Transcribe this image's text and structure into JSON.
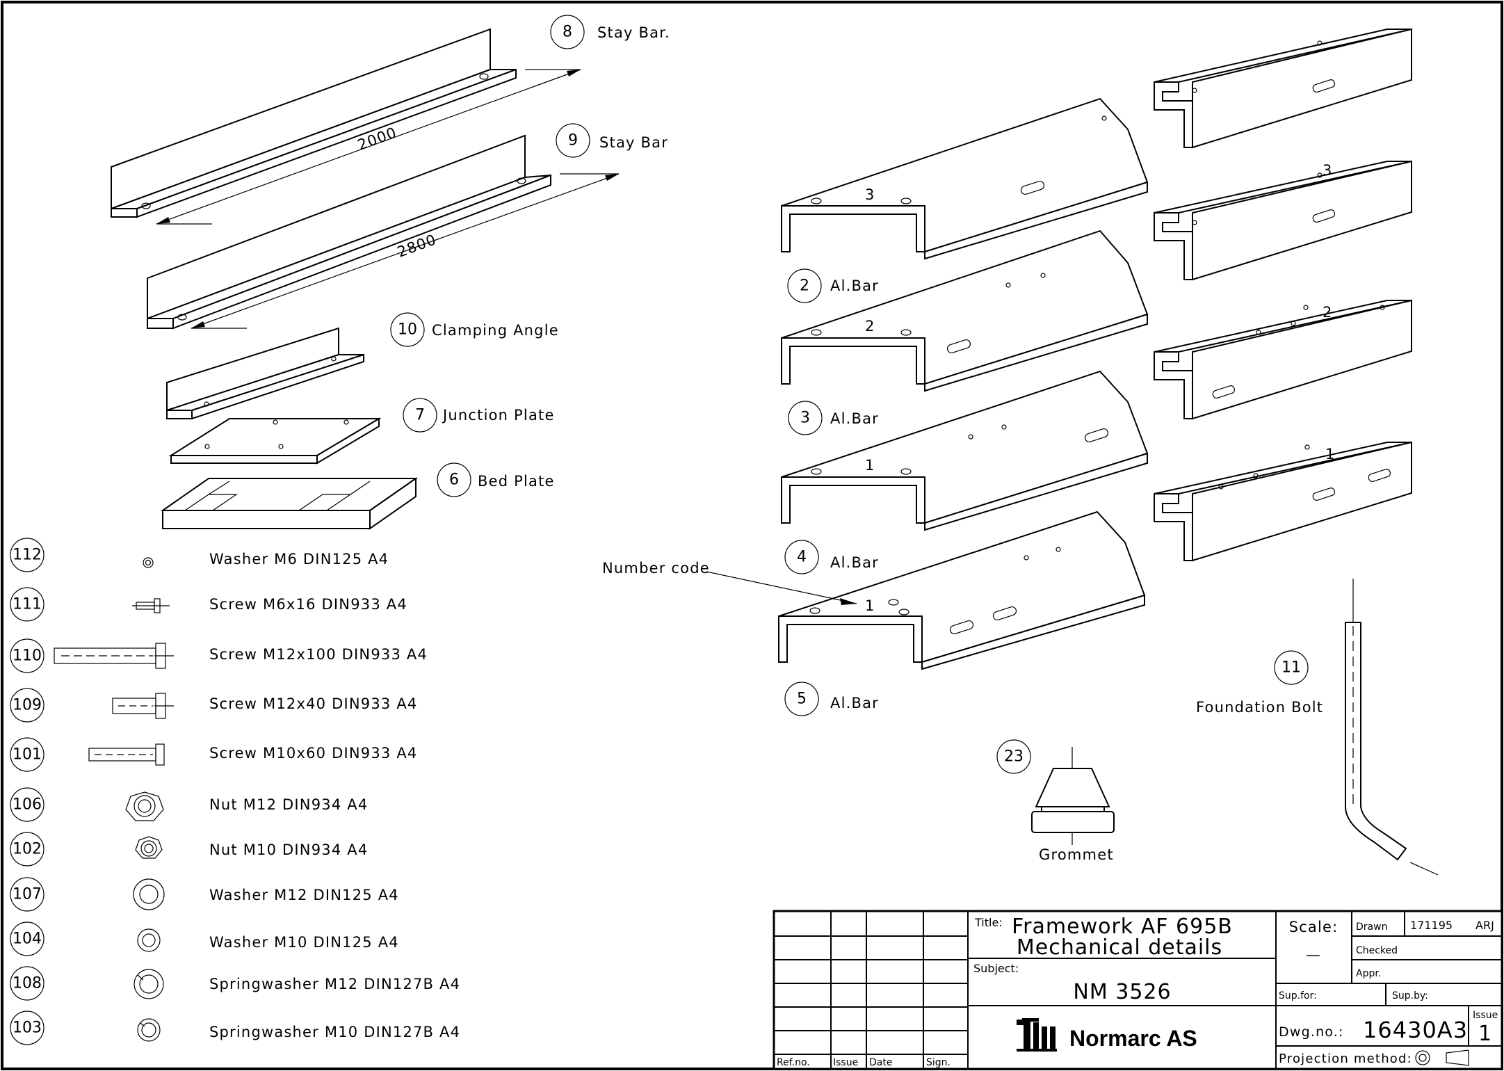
{
  "stay_bars": [
    {
      "num": "8",
      "label": "Stay Bar.",
      "dim": "2000"
    },
    {
      "num": "9",
      "label": "Stay Bar",
      "dim": "2800"
    }
  ],
  "plates": [
    {
      "num": "10",
      "label": "Clamping Angle"
    },
    {
      "num": "7",
      "label": "Junction Plate"
    },
    {
      "num": "6",
      "label": "Bed Plate"
    }
  ],
  "parts": [
    {
      "num": "112",
      "label": "Washer M6    DIN125  A4",
      "icon": "washer-small-icon"
    },
    {
      "num": "111",
      "label": "Screw  M6x16  DIN933  A4",
      "icon": "screw-small-icon"
    },
    {
      "num": "110",
      "label": "Screw  M12x100  DIN933  A4",
      "icon": "screw-long-icon"
    },
    {
      "num": "109",
      "label": "Screw  M12x40  DIN933  A4",
      "icon": "screw-medium-icon"
    },
    {
      "num": "101",
      "label": "Screw  M10x60  DIN933  A4",
      "icon": "screw-medium-icon"
    },
    {
      "num": "106",
      "label": "Nut  M12  DIN934  A4",
      "icon": "hex-nut-icon"
    },
    {
      "num": "102",
      "label": "Nut  M10  DIN934  A4",
      "icon": "hex-nut-icon"
    },
    {
      "num": "107",
      "label": "Washer  M12  DIN125  A4",
      "icon": "washer-icon"
    },
    {
      "num": "104",
      "label": "Washer  M10  DIN125  A4",
      "icon": "washer-icon"
    },
    {
      "num": "108",
      "label": "Springwasher  M12  DIN127B  A4",
      "icon": "springwasher-icon"
    },
    {
      "num": "103",
      "label": "Springwasher  M10  DIN127B  A4",
      "icon": "springwasher-icon"
    }
  ],
  "al_bars": [
    {
      "num": "2",
      "label": "Al.Bar",
      "code": "3"
    },
    {
      "num": "3",
      "label": "Al.Bar",
      "code": "2"
    },
    {
      "num": "4",
      "label": "Al.Bar",
      "code": "1"
    },
    {
      "num": "5",
      "label": "Al.Bar",
      "code": "1"
    }
  ],
  "right_codes": [
    "3",
    "2",
    "1"
  ],
  "number_code_label": "Number code",
  "foundation_bolt": {
    "num": "11",
    "label": "Foundation Bolt"
  },
  "grommet": {
    "num": "23",
    "label": "Grommet"
  },
  "title_block": {
    "title_label": "Title:",
    "title_line1": "Framework  AF  695B",
    "title_line2": "Mechanical  details",
    "subject_label": "Subject:",
    "subject": "NM  3526",
    "company": "Normarc AS",
    "scale_label": "Scale:",
    "scale_value": "—",
    "drawn_label": "Drawn",
    "drawn_date": "171195",
    "drawn_by": "ARJ",
    "checked_label": "Checked",
    "appr_label": "Appr.",
    "sup_for_label": "Sup.for:",
    "sup_by_label": "Sup.by:",
    "dwg_label": "Dwg.no.:",
    "dwg_no": "16430A3",
    "issue_label": "Issue",
    "issue": "1",
    "projection_label": "Projection  method:",
    "ref_label": "Ref.no.",
    "issue_col_label": "Issue",
    "date_label": "Date",
    "sign_label": "Sign."
  }
}
